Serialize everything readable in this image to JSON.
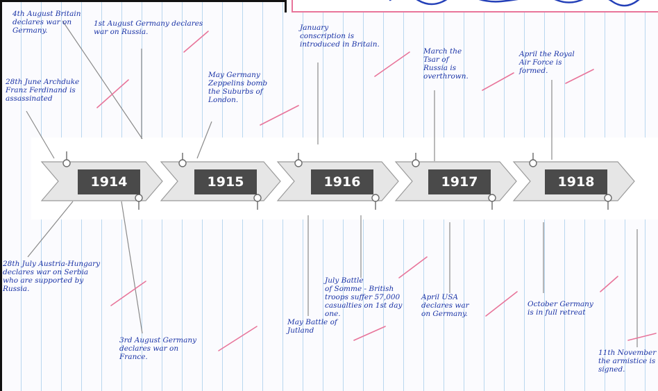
{
  "timeline": {
    "years": [
      "1914",
      "1915",
      "1916",
      "1917",
      "1918"
    ]
  },
  "colors": {
    "ink": "#1a33a6",
    "margin_ticks": "#e8749a",
    "chevron_fill": "#e6e6e6",
    "year_box": "#4a4a4a",
    "grid_line": "#b9d7ef"
  },
  "notes": {
    "aug4_britain": "4th August Britain\ndeclares war on\nGermany.",
    "aug1_germany": "1st August Germany declares\nwar on Russia.",
    "jun28": "28th June Archduke\nFranz Ferdinand is\nassassinated",
    "may_zeppelins": "May Germany\nZeppelins bomb\nthe Suburbs of\nLondon.",
    "jan_conscription": "January\nconscription is\nintroduced in Britain.",
    "mar_tsar": "March the\nTsar of\nRussia is\noverthrown.",
    "apr_raf": "April the Royal\nAir Force is\nformed.",
    "jul28_austria": "28th July Austria-Hungary\ndeclares war on Serbia\nwho are supported by\nRussia.",
    "aug3_germany": "3rd August Germany\ndeclares war on\nFrance.",
    "jul_somme": "July Battle\nof Somme - British\ntroops suffer 57,000\ncasualties on 1st day\none.",
    "may_jutland": "May Battle of\nJutland",
    "apr_usa": "April USA\ndeclares war\non Germany.",
    "oct_retreat": "October Germany\nis in full retreat",
    "nov11_armistice": "11th November\nthe armistice is\nsigned."
  }
}
